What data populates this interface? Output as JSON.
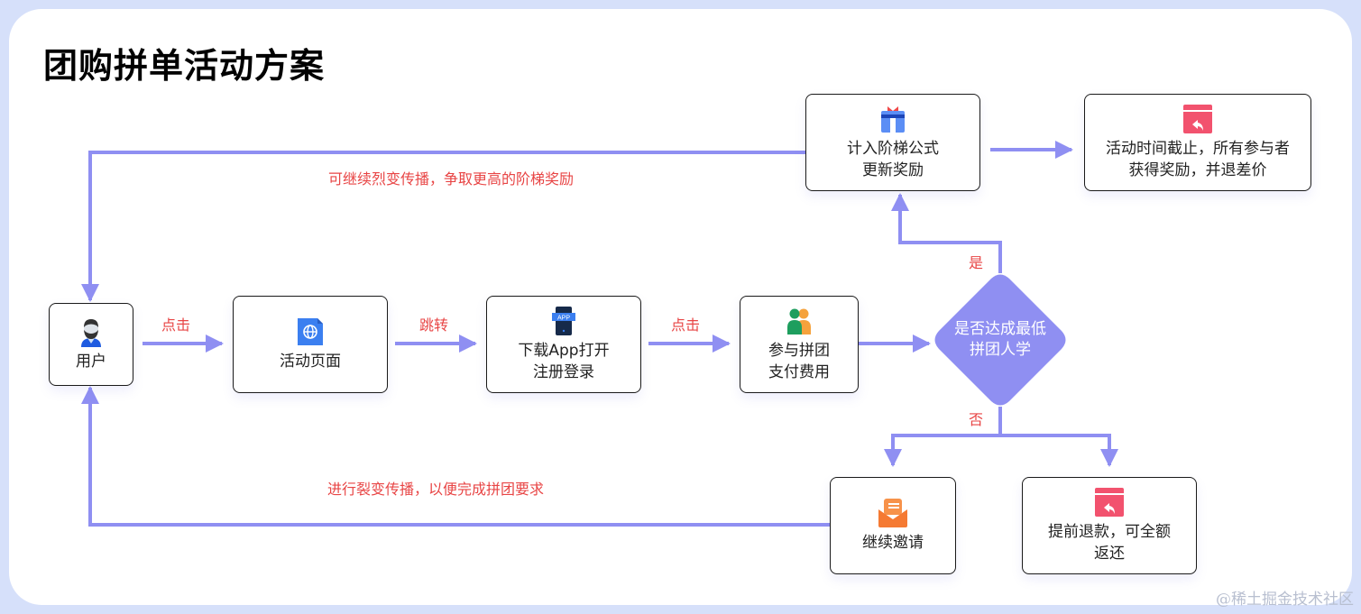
{
  "title": "团购拼单活动方案",
  "colors": {
    "line": "#8f8ff2",
    "label_red": "#e84545",
    "decision_fill": "#8f8ff2",
    "frame_bg": "#d6e0fa"
  },
  "nodes": {
    "user": {
      "label": "用户",
      "icon": "user-avatar-icon"
    },
    "activity_page": {
      "label": "活动页面",
      "icon": "web-page-icon"
    },
    "download_app": {
      "label": "下载App打开\n注册登录",
      "icon": "app-download-icon",
      "icon_text": "APP"
    },
    "join_group": {
      "label": "参与拼团\n支付费用",
      "icon": "group-people-icon"
    },
    "decision": {
      "label": "是否达成最低\n拼团人学"
    },
    "ladder_formula": {
      "label": "计入阶梯公式\n更新奖励",
      "icon": "gift-icon"
    },
    "activity_end": {
      "label": "活动时间截止，所有参与者\n获得奖励，并退差价",
      "icon": "refund-icon"
    },
    "continue_invite": {
      "label": "继续邀请",
      "icon": "mail-invite-icon"
    },
    "early_refund": {
      "label": "提前退款，可全额\n返还",
      "icon": "refund-icon"
    }
  },
  "edge_labels": {
    "user_to_page": "点击",
    "page_to_app": "跳转",
    "app_to_join": "点击",
    "yes": "是",
    "no": "否",
    "top_loop": "可继续烈变传播，争取更高的阶梯奖励",
    "bottom_loop": "进行裂变传播，以便完成拼团要求"
  },
  "watermark": "@稀土掘金技术社区"
}
